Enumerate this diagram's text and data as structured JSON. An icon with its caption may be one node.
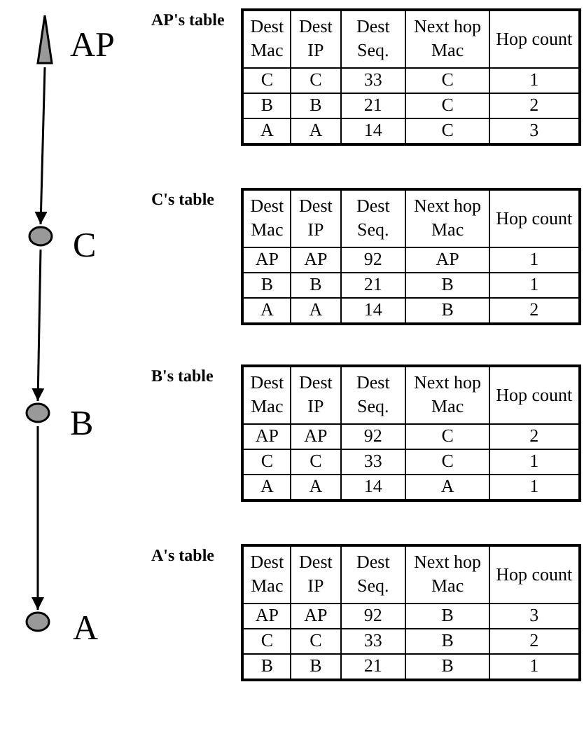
{
  "diagram": {
    "nodes": [
      {
        "text": [],
        "shape": "triangle",
        "beside": [
          "AP"
        ]
      },
      {
        "text": [],
        "shape": "circle",
        "beside": [
          "C"
        ]
      },
      {
        "text": [],
        "shape": "circle",
        "beside": [
          "B"
        ]
      },
      {
        "text": [],
        "shape": "circle",
        "beside": [
          "A"
        ]
      }
    ],
    "edges": [
      {
        "from": 0,
        "to": 1,
        "arrow": "to"
      },
      {
        "from": 1,
        "to": 2,
        "arrow": "to"
      },
      {
        "from": 2,
        "to": 3,
        "arrow": "to"
      }
    ],
    "labels": [
      "AP's table",
      "Dest Mac",
      "Dest IP",
      "Dest Seq.",
      "Next hop Mac",
      "Hop count",
      "C",
      "C",
      "33",
      "C",
      "1",
      "B",
      "B",
      "21",
      "C",
      "2",
      "A",
      "A",
      "14",
      "C",
      "3",
      "C's table",
      "Dest Mac",
      "Dest IP",
      "Dest Seq.",
      "Next hop Mac",
      "Hop count",
      "AP",
      "AP",
      "92",
      "AP",
      "1",
      "B",
      "B",
      "21",
      "B",
      "1",
      "A",
      "A",
      "14",
      "B",
      "2",
      "B's table",
      "Dest Mac",
      "Dest IP",
      "Dest Seq.",
      "Next hop Mac",
      "Hop count",
      "AP",
      "AP",
      "92",
      "C",
      "2",
      "C",
      "C",
      "33",
      "C",
      "1",
      "A",
      "A",
      "14",
      "A",
      "1",
      "A's table",
      "Dest Mac",
      "Dest IP",
      "Dest Seq.",
      "Next hop Mac",
      "Hop count",
      "AP",
      "AP",
      "92",
      "B",
      "3",
      "C",
      "C",
      "33",
      "B",
      "2",
      "B",
      "B",
      "21",
      "B",
      "1"
    ]
  }
}
